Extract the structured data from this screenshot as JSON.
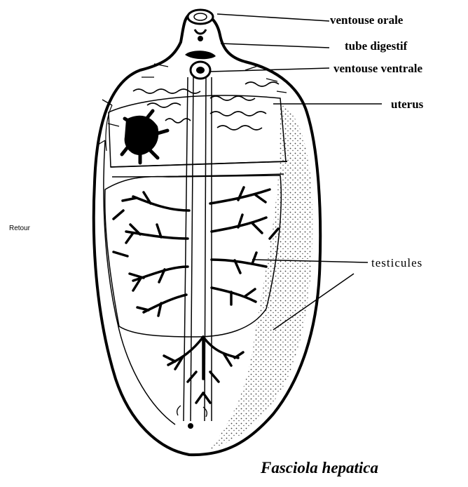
{
  "nav": {
    "retour": "Retour"
  },
  "labels": {
    "ventouse_orale": "ventouse orale",
    "tube_digestif": "tube digestif",
    "ventouse_ventrale": "ventouse ventrale",
    "uterus": "uterus",
    "testicules": "testicules"
  },
  "caption": {
    "title": "Fasciola hepatica"
  }
}
